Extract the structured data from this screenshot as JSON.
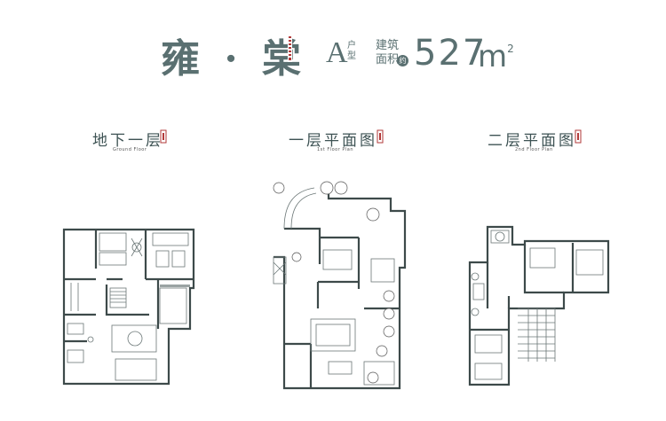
{
  "header": {
    "project_name": "雍 · 棠",
    "type_letter": "A",
    "type_sub": "户型",
    "area_label": "建筑面积",
    "area_approx": "约",
    "area_value": "527",
    "area_unit": "m",
    "area_unit_sup": "2"
  },
  "floors": [
    {
      "title": "地下一层",
      "subtitle": "Ground Floor"
    },
    {
      "title": "一层平面图",
      "subtitle": "1st Floor Plan"
    },
    {
      "title": "二层平面图",
      "subtitle": "2nd Floor Plan"
    }
  ],
  "colors": {
    "title_teal": "#5a7071",
    "seal_red": "#b23a3a",
    "wall": "#3d4a4a"
  }
}
